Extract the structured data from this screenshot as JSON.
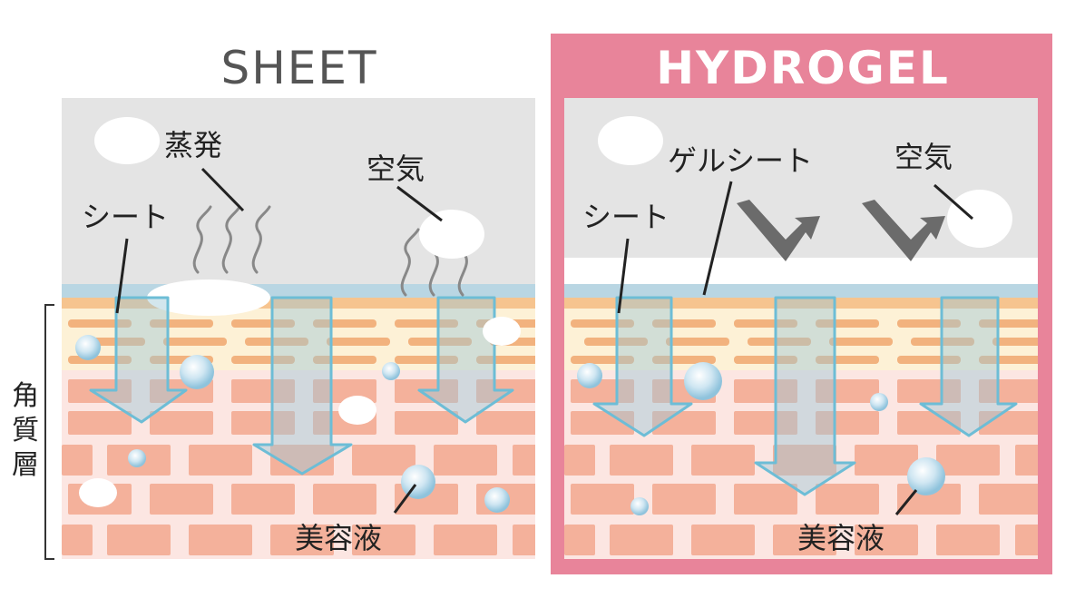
{
  "panels": {
    "sheet": {
      "title": "SHEET",
      "labels": {
        "evaporation": "蒸発",
        "air": "空気",
        "sheet": "シート",
        "serum": "美容液"
      }
    },
    "hydrogel": {
      "title": "HYDROGEL",
      "labels": {
        "gel_sheet": "ゲルシート",
        "air": "空気",
        "sheet": "シート",
        "serum": "美容液"
      }
    }
  },
  "side_label": [
    "角",
    "質",
    "層"
  ],
  "colors": {
    "hydrogel_frame": "#e8849a",
    "air_background": "#e4e4e4",
    "sheet_layer": "#b9d6e3",
    "arrow_stroke": "#6dbdd6",
    "stratum_stripes": "#f2b27e",
    "brick": "#f4b19b",
    "brick_background": "#fce6e2"
  }
}
